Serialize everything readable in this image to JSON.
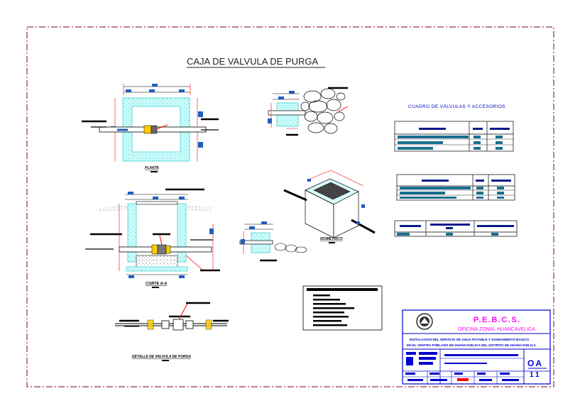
{
  "drawing": {
    "title": "CAJA DE VALVULA DE PURGA",
    "views": {
      "plan": "PLANTA",
      "section": "CORTE A-A",
      "iso": "ISOMETRICO",
      "detail": "DETALLE DE VALVULA DE PURGA"
    },
    "table_title": "CUADRO DE VÁLVULAS Y ACCESORIOS"
  },
  "title_block": {
    "org": "P.E.B.C.S.",
    "office": "OFICINA ZONAL HUANCAVELICA",
    "project_line1": "INSTALACION DEL SERVICIO DE AGUA POTABLE Y SANEAMIENTO BASICO",
    "project_line2": "EN EL CENTRO POBLADO DE HUANCAVELICA DEL DISTRITO DE HUANCAVELICA",
    "sheet_code": "OA",
    "sheet_number": "11"
  },
  "colors": {
    "frame": "#7a0033",
    "cyan": "#00ffff",
    "blue": "#0000ff",
    "navy": "#0a1a8c",
    "teal": "#1a6f8f",
    "magenta": "#ff00ff",
    "red": "#ff0000",
    "yellow": "#ffcc00"
  }
}
